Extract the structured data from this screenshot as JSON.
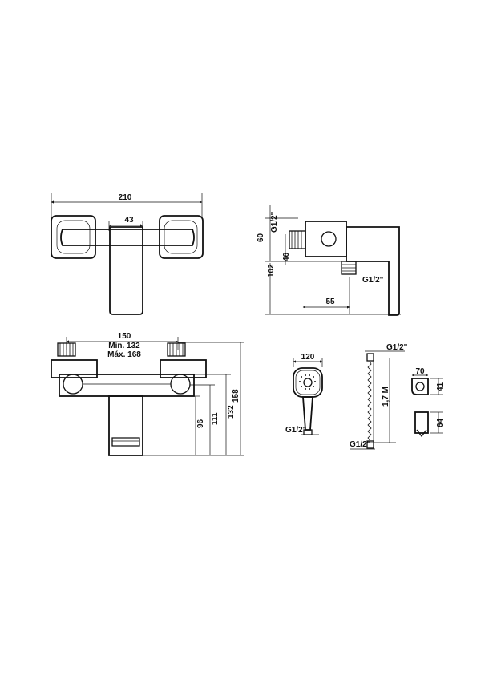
{
  "top_view": {
    "width": "210",
    "center": "43"
  },
  "side_view": {
    "thread_top": "G1/2\"",
    "h60": "60",
    "h46": "46",
    "h102": "102",
    "thread_bottom": "G1/2\"",
    "w55": "55"
  },
  "front_view": {
    "span": "150",
    "min": "Min. 132",
    "max": "Máx. 168",
    "h96": "96",
    "h111": "111",
    "h132": "132",
    "h158": "158"
  },
  "handshower": {
    "width": "120",
    "thread": "G1/2\""
  },
  "hose": {
    "thread_top": "G1/2\"",
    "length": "1,7 M",
    "thread_bottom": "G1/2\""
  },
  "holder": {
    "w70": "70",
    "h41": "41",
    "h64": "64"
  }
}
